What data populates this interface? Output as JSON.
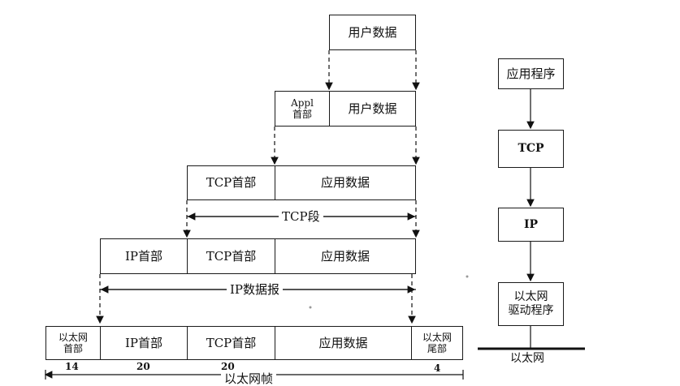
{
  "layers": {
    "user_data": "用户数据",
    "appl_header": "Appl\n首部",
    "app_data": "应用数据",
    "tcp_header": "TCP首部",
    "ip_header": "IP首部",
    "eth_header": "以太网\n首部",
    "eth_trailer": "以太网\n尾部"
  },
  "spans": {
    "tcp_segment": "TCP段",
    "ip_datagram": "IP数据报",
    "eth_frame": "以太网帧"
  },
  "sizes": {
    "eth_header": "14",
    "ip_header": "20",
    "tcp_header": "20",
    "eth_trailer": "4"
  },
  "stack": {
    "app": "应用程序",
    "tcp": "TCP",
    "ip": "IP",
    "driver": "以太网\n驱动程序",
    "ethernet": "以太网"
  }
}
